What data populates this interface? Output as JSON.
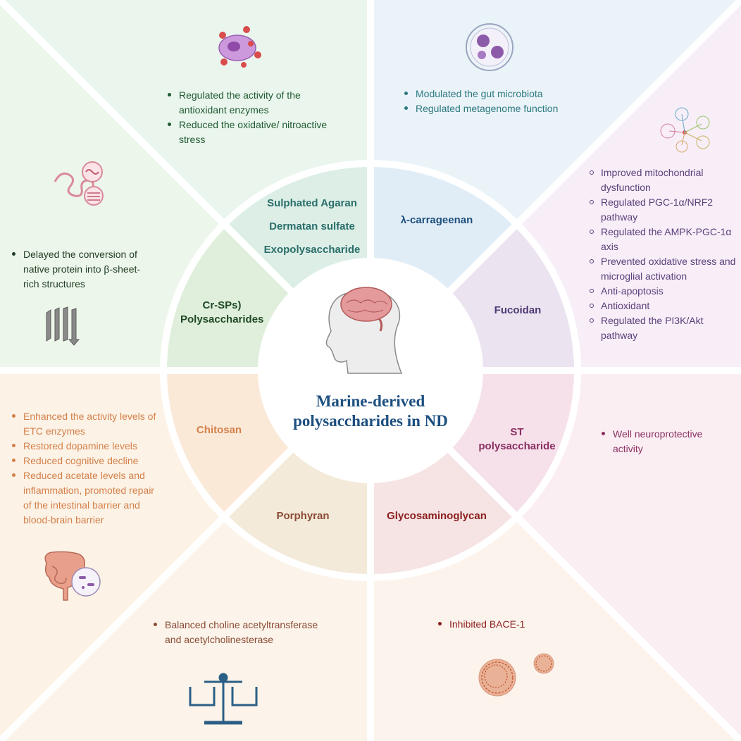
{
  "center": {
    "title_line1": "Marine-derived",
    "title_line2": "polysaccharides in ND"
  },
  "segments": [
    {
      "labels": [
        "Sulphated Agaran",
        "Dermatan sulfate",
        "Exopolysaccharide"
      ],
      "points": [
        "Regulated the activity of the antioxidant enzymes",
        "Reduced the oxidative/ nitroactive stress"
      ],
      "color": "#1e5a2e"
    },
    {
      "labels": [
        "λ-carrageenan"
      ],
      "points": [
        "Modulated the gut microbiota",
        "Regulated  metagenome function"
      ],
      "color": "#2d7a80"
    },
    {
      "labels": [
        "Fucoidan"
      ],
      "points": [
        "Improved mitochondrial dysfunction",
        "Regulated PGC-1α/NRF2 pathway",
        "Regulated the AMPK-PGC-1α axis",
        "Prevented oxidative stress and microglial activation",
        "Anti-apoptosis",
        "Antioxidant",
        "Regulated the PI3K/Akt pathway"
      ],
      "color": "#5b3f7a"
    },
    {
      "labels": [
        "ST",
        "polysaccharide"
      ],
      "points": [
        "Well neuroprotective activity"
      ],
      "color": "#8a2f63"
    },
    {
      "labels": [
        "Glycosaminoglycan"
      ],
      "points": [
        "Inhibited BACE-1"
      ],
      "color": "#8b1d1d"
    },
    {
      "labels": [
        "Porphyran"
      ],
      "points": [
        "Balanced choline acetyltransferase and acetylcholinesterase"
      ],
      "color": "#8a4a34"
    },
    {
      "labels": [
        "Chitosan"
      ],
      "points": [
        "Enhanced the activity levels of ETC enzymes",
        "Restored dopamine levels",
        "Reduced cognitive decline",
        "Reduced   acetate levels and  inflammation, promoted repair of the intestinal barrier and blood-brain barrier"
      ],
      "color": "#d4804a"
    },
    {
      "labels": [
        "Cr-SPs)",
        "Polysaccharides"
      ],
      "points": [
        "Delayed the conversion of native protein into β-sheet-rich structures"
      ],
      "color": "#1f3d24"
    }
  ],
  "colors": {
    "label_sulphated": "#2a6e6a",
    "label_carrageenan": "#1d4f80",
    "label_fucoidan": "#4e3a74",
    "label_st": "#8a2f63",
    "label_glyco": "#8b1d1d",
    "label_porphyran": "#8a4a34",
    "label_chitosan": "#d4804a",
    "label_crsps": "#1f4a26",
    "title": "#1d4f80"
  },
  "icons": [
    "stressed-cell-icon",
    "petri-dish-icon",
    "molecular-network-icon",
    "protein-fibril-icon",
    "beta-sheet-icon",
    "brain-head-icon",
    "intestine-microbe-icon",
    "balance-scale-icon",
    "amyloid-plaque-icon"
  ]
}
